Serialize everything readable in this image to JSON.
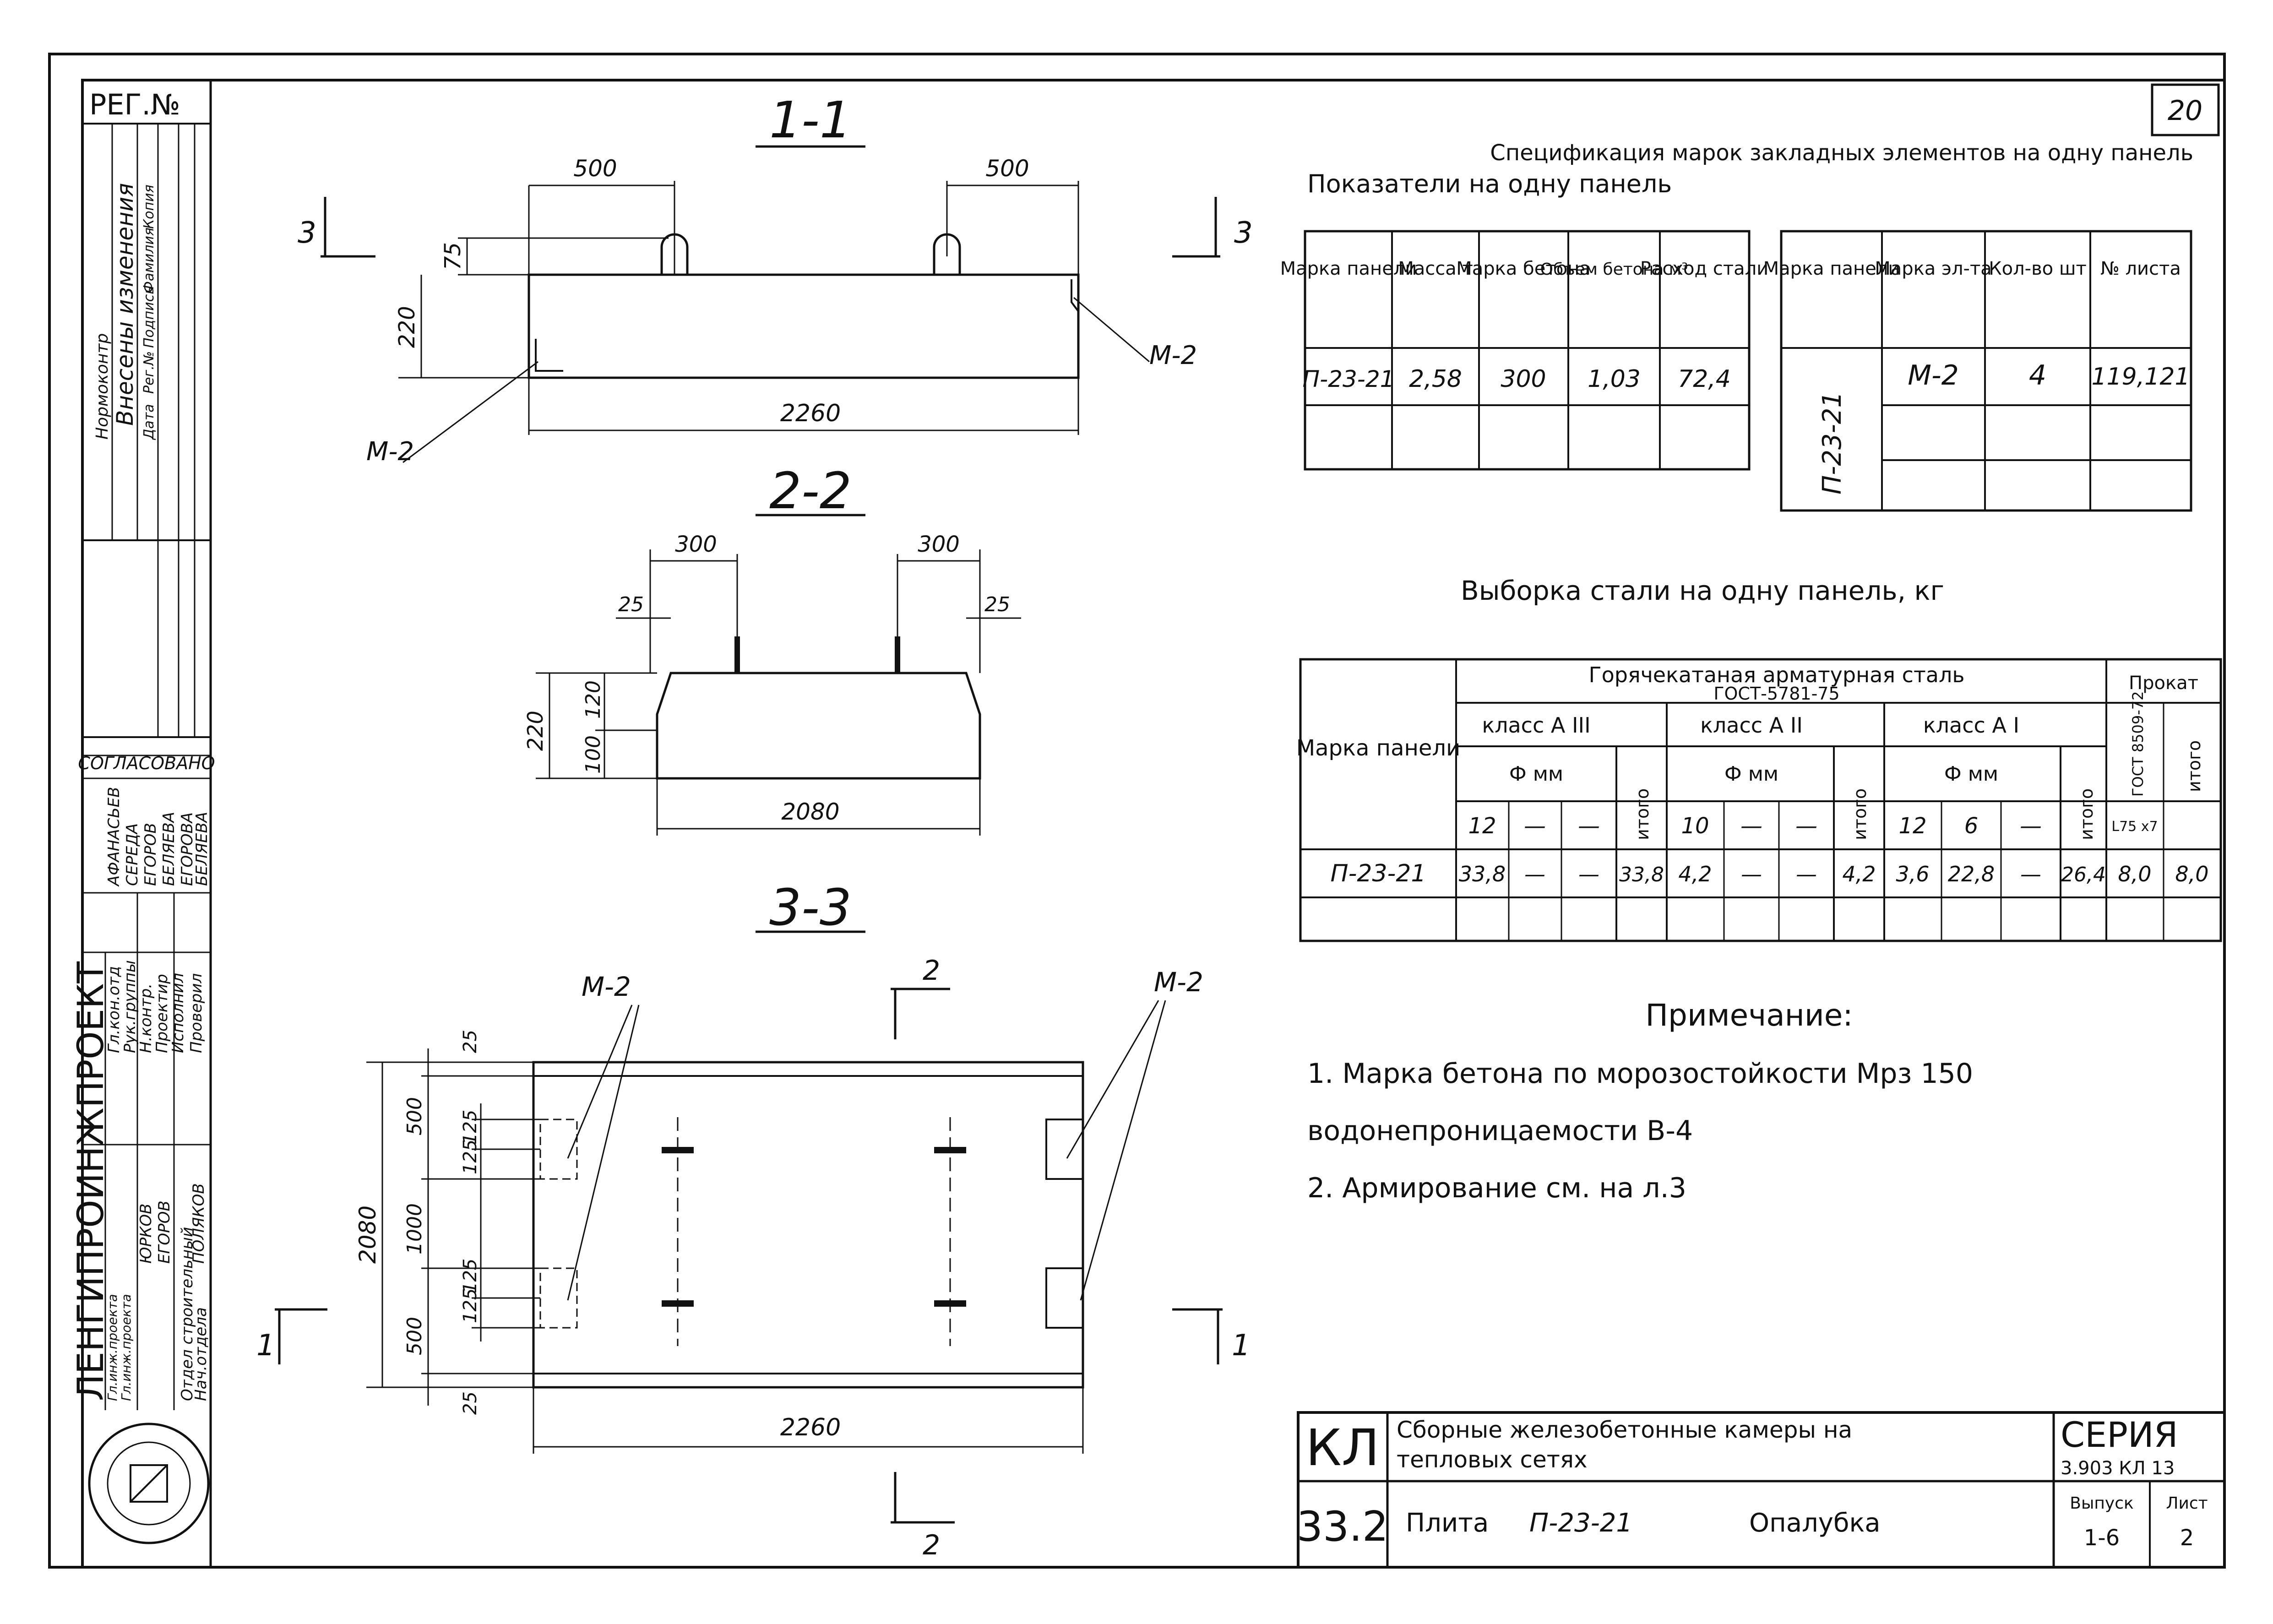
{
  "sheet_number": "20",
  "reg_label": "РЕГ.№",
  "left_strip": {
    "org": "ЛЕНГИПРОИНЖПРОЕКТ",
    "changes_header": "Внесены изменения",
    "changes_sub": [
      "Дата",
      "Рег.№",
      "Подпись",
      "Фамилия",
      "Копия"
    ],
    "norm_control": "Нормоконтр",
    "agreed": "СОГЛАСОВАНО",
    "agreed_names": [
      "АФАНАСЬЕВ",
      "СЕРЕДА",
      "ЕГОРОВ",
      "БЕЛЯЕВА",
      "ЕГОРОВА",
      "БЕЛЯЕВА"
    ],
    "roles": [
      "Гл.кон.отд",
      "Рук.группы",
      "Н.контр.",
      "Проектир",
      "Исполнил",
      "Проверил"
    ],
    "names": [
      "ЮРКОВ",
      "ЕГОРОВ",
      "",
      "ПОЛЯКОВ"
    ],
    "dept": [
      "Нач.отдела",
      "Отдел строительный"
    ],
    "chief": [
      "Гл.инж.проекта",
      "Гл.инж.проекта"
    ]
  },
  "sections": {
    "s11": {
      "title": "1-1",
      "dims": {
        "w1": "500",
        "w2": "500",
        "h1": "75",
        "h2": "220",
        "len": "2260"
      },
      "marks": [
        "М-2",
        "М-2"
      ],
      "cut": "3"
    },
    "s22": {
      "title": "2-2",
      "dims": {
        "w1": "300",
        "w2": "300",
        "e1": "25",
        "e2": "25",
        "h": "220",
        "h1": "120",
        "h2": "100",
        "len": "2080"
      }
    },
    "s33": {
      "title": "3-3",
      "dims": {
        "left": [
          "25",
          "500",
          "125",
          "125",
          "1000",
          "125",
          "125",
          "500",
          "25"
        ],
        "total": "2080",
        "len": "2260"
      },
      "marks": [
        "М-2",
        "М-2"
      ],
      "cut1": "1",
      "cut2": "2"
    }
  },
  "panel_table": {
    "title": "Показатели на одну панель",
    "headers": [
      "Марка панели",
      "Масса т",
      "Марка бетона",
      "Объем бетона м³",
      "Расход стали"
    ],
    "rows": [
      [
        "П-23-21",
        "2,58",
        "300",
        "1,03",
        "72,4"
      ],
      [
        "",
        "",
        "",
        "",
        ""
      ]
    ]
  },
  "spec_table": {
    "title": "Спецификация марок закладных элементов на одну панель",
    "headers": [
      "Марка панели",
      "Марка эл-та",
      "Кол-во шт",
      "№ листа"
    ],
    "panel": "П-23-21",
    "rows": [
      [
        "М-2",
        "4",
        "119,121"
      ],
      [
        "",
        "",
        ""
      ],
      [
        "",
        "",
        ""
      ]
    ]
  },
  "steel_table": {
    "title": "Выборка стали на одну панель, кг",
    "header_main": "Горячекатаная арматурная сталь",
    "header_gost": "ГОСТ-5781-75",
    "header_prokat": "Прокат",
    "col_panel": "Марка панели",
    "class3": "класс А III",
    "class2": "класс А II",
    "class1": "класс А I",
    "phi": "Ф мм",
    "itogo": "итого",
    "gost2": "ГОСТ 8509-72",
    "diam3": [
      "12",
      "—",
      "—"
    ],
    "diam2": [
      "10",
      "—",
      "—"
    ],
    "diam1": [
      "12",
      "6",
      "—"
    ],
    "prokat_sub": "L75 х7",
    "row": [
      "П-23-21",
      "33,8",
      "—",
      "—",
      "33,8",
      "4,2",
      "—",
      "—",
      "4,2",
      "3,6",
      "22,8",
      "—",
      "26,4",
      "8,0",
      "8,0"
    ]
  },
  "notes": {
    "title": "Примечание:",
    "lines": [
      "1. Марка бетона по морозостойкости  Мрз 150",
      "водонепроницаемости  В-4",
      "2. Армирование см. на л.3"
    ]
  },
  "title_block": {
    "code": "КЛ",
    "issue_no": "33.2",
    "desc1": "Сборные железобетонные камеры на",
    "desc2": "тепловых сетях",
    "series_label": "СЕРИЯ",
    "series": "3.903  КЛ 13",
    "item": "Плита",
    "mark": "П-23-21",
    "kind": "Опалубка",
    "vypusk_label": "Выпуск",
    "vypusk": "1-6",
    "list_label": "Лист",
    "list": "2"
  }
}
